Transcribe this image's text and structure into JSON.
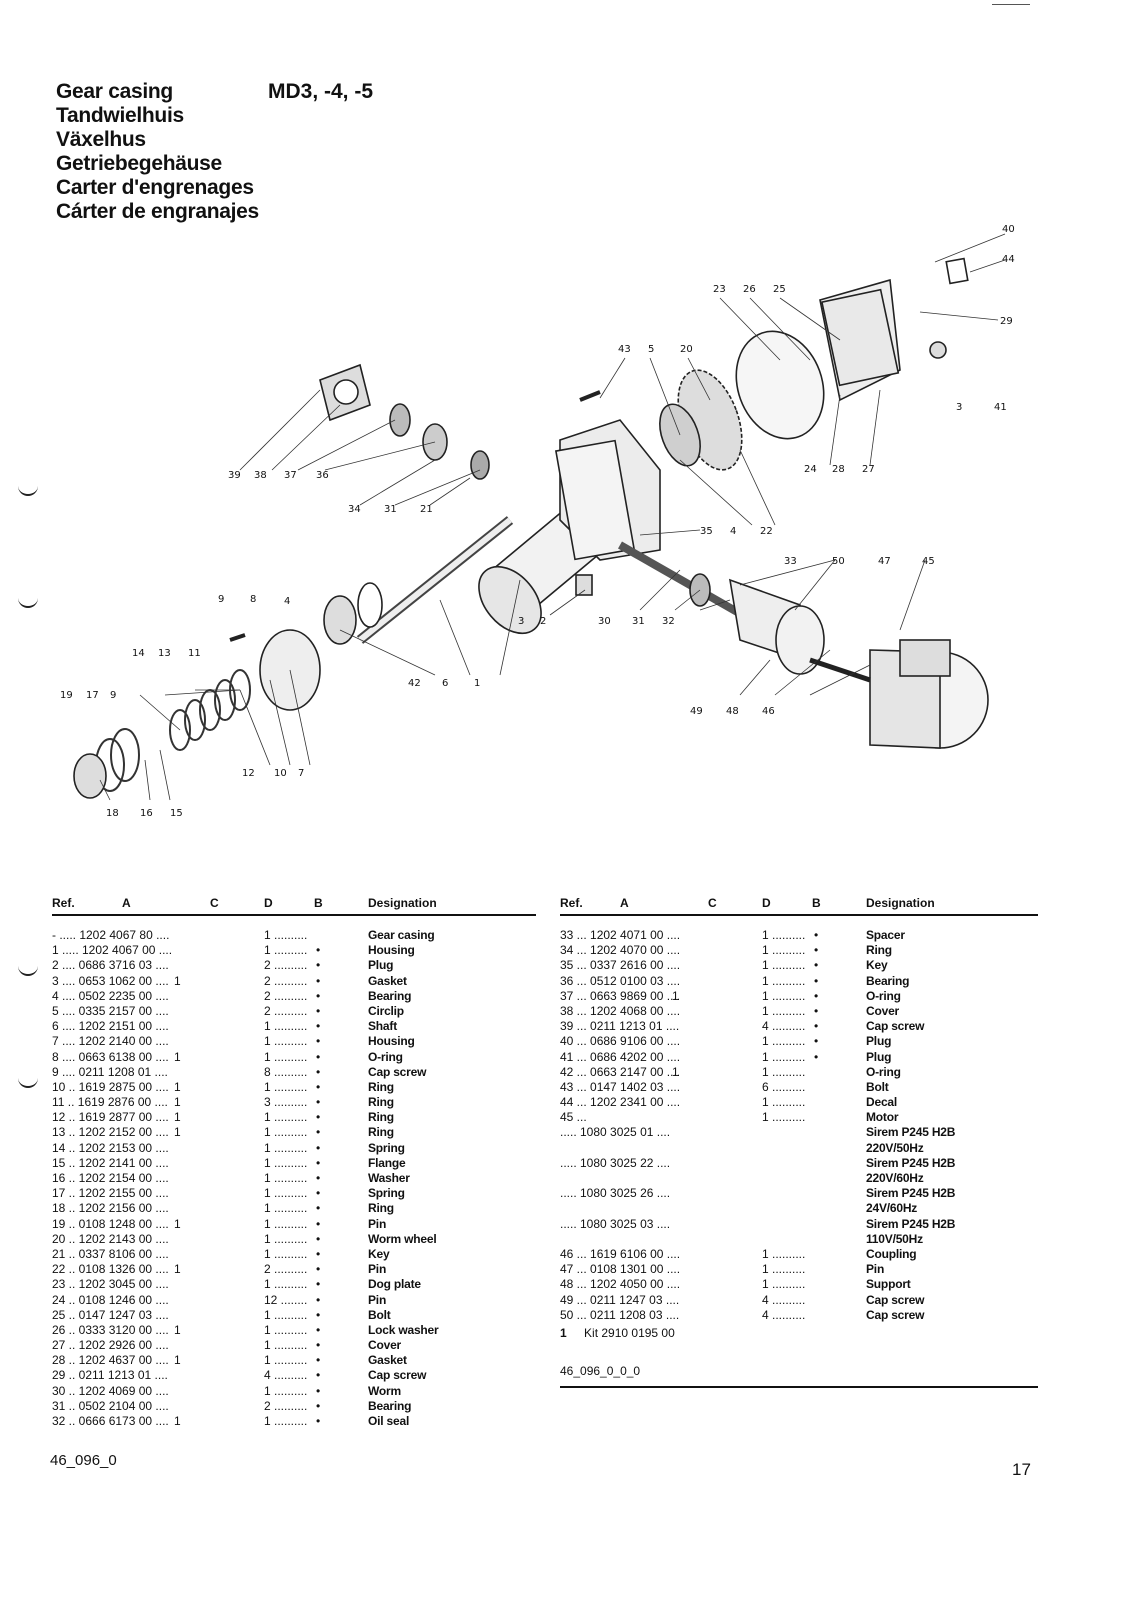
{
  "title_lines": [
    "Gear casing",
    "Tandwielhuis",
    "Växelhus",
    "Getriebegehäuse",
    "Carter d'engrenages",
    "Cárter de engranajes"
  ],
  "model": "MD3, -4, -5",
  "header": {
    "ref": "Ref.",
    "a": "A",
    "c": "C",
    "d": "D",
    "b": "B",
    "designation": "Designation"
  },
  "callouts": [
    "40",
    "44",
    "29",
    "23",
    "26",
    "25",
    "43",
    "5",
    "20",
    "3",
    "41",
    "39",
    "38",
    "37",
    "36",
    "34",
    "31",
    "21",
    "24",
    "28",
    "27",
    "35",
    "4",
    "22",
    "33",
    "50",
    "47",
    "45",
    "9",
    "8",
    "4",
    "14",
    "13",
    "11",
    "19",
    "17",
    "9",
    "42",
    "6",
    "1",
    "3",
    "2",
    "30",
    "31",
    "32",
    "49",
    "48",
    "46",
    "12",
    "10",
    "7",
    "18",
    "16",
    "15"
  ],
  "left_rows": [
    {
      "ref": "- ..... 1202 4067 80 ....",
      "a": "",
      "qty": "1 ..........",
      "dot": "",
      "des": "Gear casing"
    },
    {
      "ref": "1 ..... 1202 4067 00 ....",
      "a": "",
      "qty": "1 ..........",
      "dot": "•",
      "des": "Housing"
    },
    {
      "ref": "2 .... 0686 3716 03 ....",
      "a": "",
      "qty": "2 ..........",
      "dot": "•",
      "des": "Plug"
    },
    {
      "ref": "3 .... 0653 1062 00 ....",
      "a": "1",
      "qty": "2 ..........",
      "dot": "•",
      "des": "Gasket"
    },
    {
      "ref": "4 .... 0502 2235 00 ....",
      "a": "",
      "qty": "2 ..........",
      "dot": "•",
      "des": "Bearing"
    },
    {
      "ref": "5 .... 0335 2157 00 ....",
      "a": "",
      "qty": "2 ..........",
      "dot": "•",
      "des": "Circlip"
    },
    {
      "ref": "6 .... 1202 2151 00 ....",
      "a": "",
      "qty": "1 ..........",
      "dot": "•",
      "des": "Shaft"
    },
    {
      "ref": "7 .... 1202 2140 00 ....",
      "a": "",
      "qty": "1 ..........",
      "dot": "•",
      "des": "Housing"
    },
    {
      "ref": "8 .... 0663 6138 00 ....",
      "a": "1",
      "qty": "1 ..........",
      "dot": "•",
      "des": "O-ring"
    },
    {
      "ref": "9 .... 0211 1208 01 ....",
      "a": "",
      "qty": "8 ..........",
      "dot": "•",
      "des": "Cap screw"
    },
    {
      "ref": "10 .. 1619 2875 00 ....",
      "a": "1",
      "qty": "1 ..........",
      "dot": "•",
      "des": "Ring"
    },
    {
      "ref": "11 .. 1619 2876 00 ....",
      "a": "1",
      "qty": "3 ..........",
      "dot": "•",
      "des": "Ring"
    },
    {
      "ref": "12 .. 1619 2877 00 ....",
      "a": "1",
      "qty": "1 ..........",
      "dot": "•",
      "des": "Ring"
    },
    {
      "ref": "13 .. 1202 2152 00 ....",
      "a": "1",
      "qty": "1 ..........",
      "dot": "•",
      "des": "Ring"
    },
    {
      "ref": "14 .. 1202 2153 00 ....",
      "a": "",
      "qty": "1 ..........",
      "dot": "•",
      "des": "Spring"
    },
    {
      "ref": "15 .. 1202 2141 00 ....",
      "a": "",
      "qty": "1 ..........",
      "dot": "•",
      "des": "Flange"
    },
    {
      "ref": "16 .. 1202 2154 00 ....",
      "a": "",
      "qty": "1 ..........",
      "dot": "•",
      "des": "Washer"
    },
    {
      "ref": "17 .. 1202 2155 00 ....",
      "a": "",
      "qty": "1 ..........",
      "dot": "•",
      "des": "Spring"
    },
    {
      "ref": "18 .. 1202 2156 00 ....",
      "a": "",
      "qty": "1 ..........",
      "dot": "•",
      "des": "Ring"
    },
    {
      "ref": "19 .. 0108 1248 00 ....",
      "a": "1",
      "qty": "1 ..........",
      "dot": "•",
      "des": "Pin"
    },
    {
      "ref": "20 .. 1202 2143 00 ....",
      "a": "",
      "qty": "1 ..........",
      "dot": "•",
      "des": "Worm wheel"
    },
    {
      "ref": "21 .. 0337 8106 00 ....",
      "a": "",
      "qty": "1 ..........",
      "dot": "•",
      "des": "Key"
    },
    {
      "ref": "22 .. 0108 1326 00 ....",
      "a": "1",
      "qty": "2 ..........",
      "dot": "•",
      "des": "Pin"
    },
    {
      "ref": "23 .. 1202 3045 00 ....",
      "a": "",
      "qty": "1 ..........",
      "dot": "•",
      "des": "Dog plate"
    },
    {
      "ref": "24 .. 0108 1246 00 ....",
      "a": "",
      "qty": "12 ........",
      "dot": "•",
      "des": "Pin"
    },
    {
      "ref": "25 .. 0147 1247 03 ....",
      "a": "",
      "qty": "1 ..........",
      "dot": "•",
      "des": "Bolt"
    },
    {
      "ref": "26 .. 0333 3120 00 ....",
      "a": "1",
      "qty": "1 ..........",
      "dot": "•",
      "des": "Lock washer"
    },
    {
      "ref": "27 .. 1202 2926 00 ....",
      "a": "",
      "qty": "1 ..........",
      "dot": "•",
      "des": "Cover"
    },
    {
      "ref": "28 .. 1202 4637 00 ....",
      "a": "1",
      "qty": "1 ..........",
      "dot": "•",
      "des": "Gasket"
    },
    {
      "ref": "29 .. 0211 1213 01 ....",
      "a": "",
      "qty": "4 ..........",
      "dot": "•",
      "des": "Cap screw"
    },
    {
      "ref": "30 .. 1202 4069 00 ....",
      "a": "",
      "qty": "1 ..........",
      "dot": "•",
      "des": "Worm"
    },
    {
      "ref": "31 .. 0502 2104 00 ....",
      "a": "",
      "qty": "2 ..........",
      "dot": "•",
      "des": "Bearing"
    },
    {
      "ref": "32 .. 0666 6173 00 ....",
      "a": "1",
      "qty": "1 ..........",
      "dot": "•",
      "des": "Oil seal"
    }
  ],
  "right_rows": [
    {
      "ref": "33 ... 1202 4071 00 ....",
      "a": "",
      "qty": "1 ..........",
      "dot": "•",
      "des": "Spacer"
    },
    {
      "ref": "34 ... 1202 4070 00 ....",
      "a": "",
      "qty": "1 ..........",
      "dot": "•",
      "des": "Ring"
    },
    {
      "ref": "35 ... 0337 2616 00 ....",
      "a": "",
      "qty": "1 ..........",
      "dot": "•",
      "des": "Key"
    },
    {
      "ref": "36 ... 0512 0100 03 ....",
      "a": "",
      "qty": "1 ..........",
      "dot": "•",
      "des": "Bearing"
    },
    {
      "ref": "37 ... 0663 9869 00 ....",
      "a": "1",
      "qty": "1 ..........",
      "dot": "•",
      "des": "O-ring"
    },
    {
      "ref": "38 ... 1202 4068 00 ....",
      "a": "",
      "qty": "1 ..........",
      "dot": "•",
      "des": "Cover"
    },
    {
      "ref": "39 ... 0211 1213 01 ....",
      "a": "",
      "qty": "4 ..........",
      "dot": "•",
      "des": "Cap screw"
    },
    {
      "ref": "40 ... 0686 9106 00 ....",
      "a": "",
      "qty": "1 ..........",
      "dot": "•",
      "des": "Plug"
    },
    {
      "ref": "41 ... 0686 4202 00 ....",
      "a": "",
      "qty": "1 ..........",
      "dot": "•",
      "des": "Plug"
    },
    {
      "ref": "42 ... 0663 2147 00 ....",
      "a": "1",
      "qty": "1 ..........",
      "dot": "",
      "des": "O-ring"
    },
    {
      "ref": "43 ... 0147 1402 03 ....",
      "a": "",
      "qty": "6 ..........",
      "dot": "",
      "des": "Bolt"
    },
    {
      "ref": "44 ... 1202 2341 00 ....",
      "a": "",
      "qty": "1 ..........",
      "dot": "",
      "des": "Decal"
    },
    {
      "ref": "45 ...",
      "a": "",
      "qty": "1 ..........",
      "dot": "",
      "des": "Motor"
    },
    {
      "ref": "       ..... 1080 3025 01 ....",
      "a": "",
      "qty": "",
      "dot": "",
      "des": "Sirem P245 H2B"
    },
    {
      "ref": "",
      "a": "",
      "qty": "",
      "dot": "",
      "des": "220V/50Hz"
    },
    {
      "ref": "       ..... 1080 3025 22 ....",
      "a": "",
      "qty": "",
      "dot": "",
      "des": "Sirem P245 H2B"
    },
    {
      "ref": "",
      "a": "",
      "qty": "",
      "dot": "",
      "des": "220V/60Hz"
    },
    {
      "ref": "       ..... 1080 3025 26 ....",
      "a": "",
      "qty": "",
      "dot": "",
      "des": "Sirem P245 H2B"
    },
    {
      "ref": "",
      "a": "",
      "qty": "",
      "dot": "",
      "des": "24V/60Hz"
    },
    {
      "ref": "       ..... 1080 3025 03 ....",
      "a": "",
      "qty": "",
      "dot": "",
      "des": "Sirem P245 H2B"
    },
    {
      "ref": "",
      "a": "",
      "qty": "",
      "dot": "",
      "des": "110V/50Hz"
    },
    {
      "ref": "46 ... 1619 6106 00 ....",
      "a": "",
      "qty": "1 ..........",
      "dot": "",
      "des": "Coupling"
    },
    {
      "ref": "47 ... 0108 1301 00 ....",
      "a": "",
      "qty": "1 ..........",
      "dot": "",
      "des": "Pin"
    },
    {
      "ref": "48 ... 1202 4050 00 ....",
      "a": "",
      "qty": "1 ..........",
      "dot": "",
      "des": "Support"
    },
    {
      "ref": "49 ... 0211 1247 03 ....",
      "a": "",
      "qty": "4 ..........",
      "dot": "",
      "des": "Cap screw"
    },
    {
      "ref": "50 ... 0211 1208 03 ....",
      "a": "",
      "qty": "4 ..........",
      "dot": "",
      "des": "Cap screw"
    }
  ],
  "kit": {
    "ref": "1",
    "text": "Kit 2910 0195 00"
  },
  "doc_code_table": "46_096_0_0_0",
  "doc_code_footer": "46_096_0",
  "page_number": "17"
}
